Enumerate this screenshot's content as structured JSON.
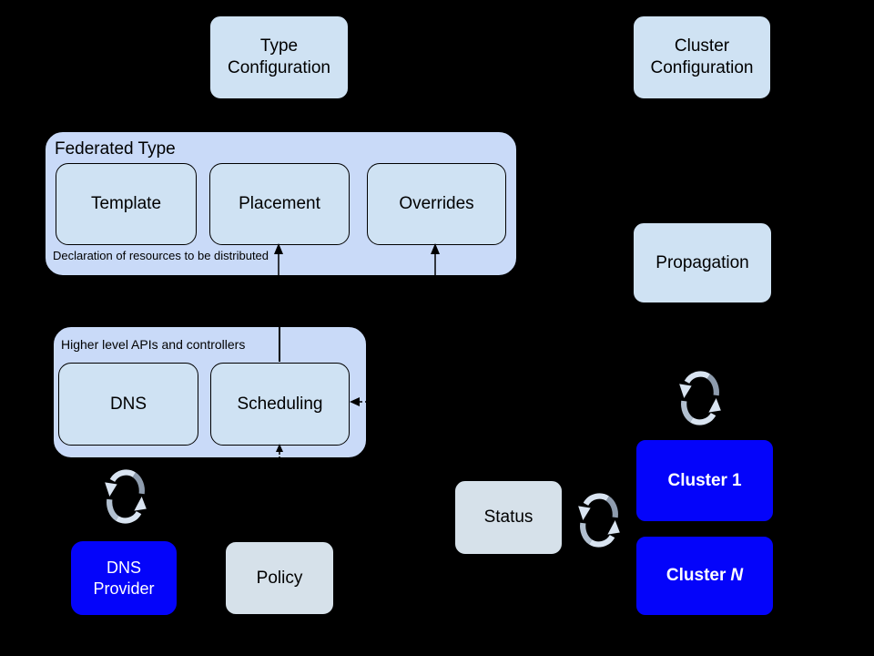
{
  "colors": {
    "background": "#000000",
    "container_fill": "#c9daf8",
    "box_fill_light_blue": "#cfe2f3",
    "box_fill_gray_blue": "#d6e1ea",
    "box_fill_blue": "#0404fa",
    "text_dark": "#000000",
    "text_light": "#ffffff",
    "arrow_color": "#000000",
    "sync_icon_light": "#d9e4f1",
    "sync_icon_mid": "#b2c0d0",
    "sync_icon_dark": "#8e9cae"
  },
  "boxes": {
    "type_configuration": "Type\nConfiguration",
    "cluster_configuration": "Cluster\nConfiguration",
    "propagation": "Propagation",
    "status": "Status",
    "policy": "Policy",
    "dns_provider": "DNS\nProvider"
  },
  "federated_type": {
    "title": "Federated Type",
    "items": [
      "Template",
      "Placement",
      "Overrides"
    ],
    "caption": "Declaration of resources to be distributed"
  },
  "controllers": {
    "title": "Higher level APIs and controllers",
    "items": [
      "DNS",
      "Scheduling"
    ]
  },
  "clusters": {
    "cluster_1": {
      "prefix": "Cluster",
      "suffix": "1"
    },
    "cluster_n": {
      "prefix": "Cluster",
      "suffix": "N"
    }
  },
  "icons": {
    "sync": "circular-sync-arrows"
  }
}
